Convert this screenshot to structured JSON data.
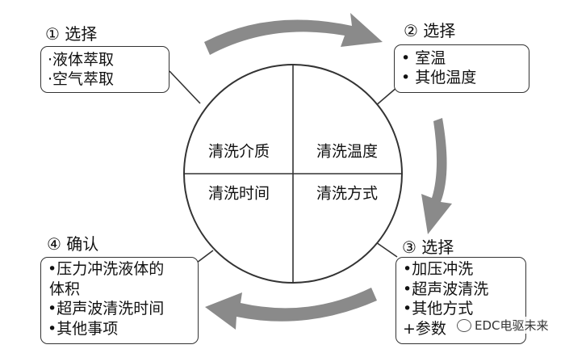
{
  "steps": [
    {
      "title": "① 选择",
      "items": [
        "·液体萃取",
        "·空气萃取"
      ]
    },
    {
      "title": "② 选择",
      "items": [
        "• 室温",
        "• 其他温度"
      ]
    },
    {
      "title": "③ 选择",
      "items": [
        "•加压冲洗",
        "•超声波清洗",
        "•其他方式",
        "+参数"
      ]
    },
    {
      "title": "④ 确认",
      "items": [
        "•压力冲洗液体的",
        "体积",
        "•超声波清洗时间",
        "•其他事项"
      ]
    }
  ],
  "quadrants": [
    "清洗介质",
    "清洗温度",
    "清洗时间",
    "清洗方式"
  ],
  "watermark": "EDC电驱未来",
  "colors": {
    "arrow": "#8a8a8a",
    "stroke": "#333333"
  }
}
